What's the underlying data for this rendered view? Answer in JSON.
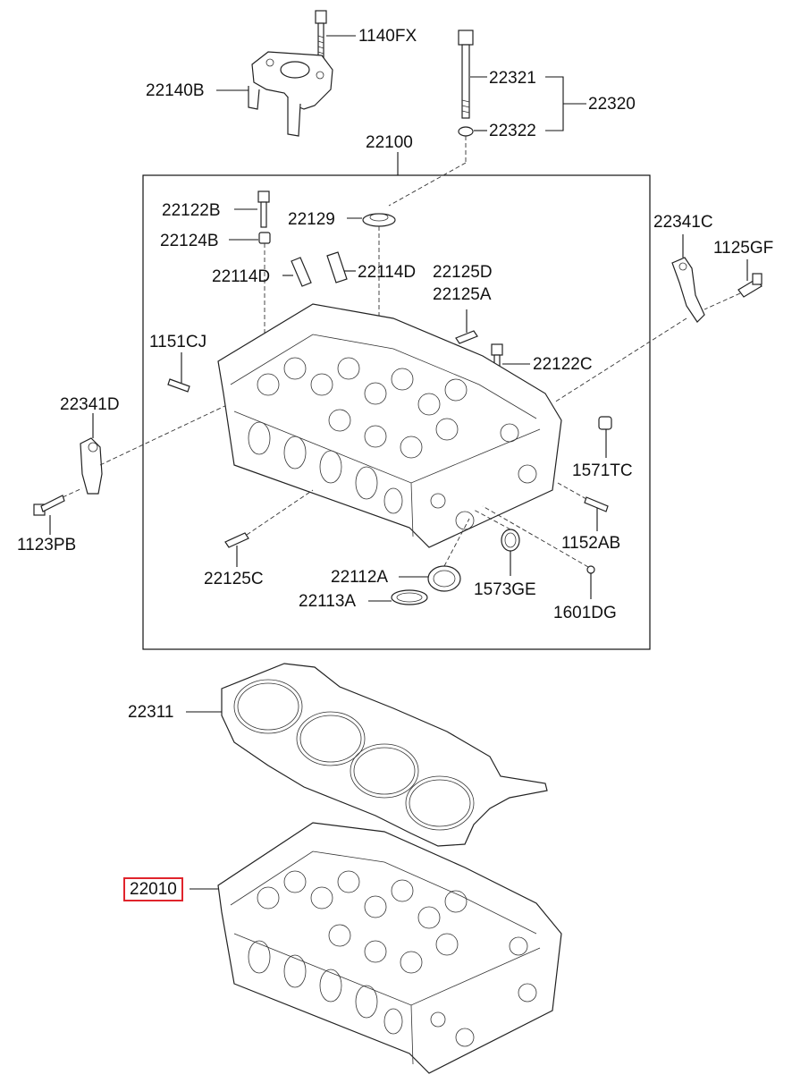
{
  "labels": {
    "p1140FX": "1140FX",
    "p22140B": "22140B",
    "p22321": "22321",
    "p22320": "22320",
    "p22322": "22322",
    "p22100": "22100",
    "p22122B": "22122B",
    "p22129": "22129",
    "p22124B": "22124B",
    "p22341C": "22341C",
    "p1125GF": "1125GF",
    "p22114D_left": "22114D",
    "p22114D_right": "22114D",
    "p22125D": "22125D",
    "p22125A": "22125A",
    "p1151CJ": "1151CJ",
    "p22122C": "22122C",
    "p22341D": "22341D",
    "p1571TC": "1571TC",
    "p1123PB": "1123PB",
    "p1152AB": "1152AB",
    "p22125C": "22125C",
    "p22112A": "22112A",
    "p1573GE": "1573GE",
    "p22113A": "22113A",
    "p1601DG": "1601DG",
    "p22311": "22311",
    "p22010": "22010"
  },
  "colors": {
    "highlight": "#e0242c",
    "line": "#111111",
    "background": "#ffffff"
  }
}
